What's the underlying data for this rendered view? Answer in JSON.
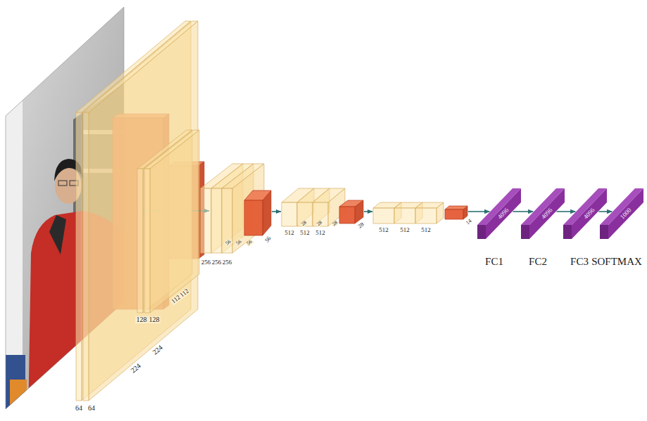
{
  "diagram": {
    "nodes": [
      {
        "text": [
          "64",
          "64",
          "224",
          "224"
        ]
      },
      {
        "text": [
          "128",
          "128",
          "112",
          "112"
        ]
      },
      {
        "text": [
          "256",
          "256",
          "256",
          "56",
          "56",
          "56"
        ]
      },
      {
        "text": [
          "56"
        ]
      },
      {
        "text": [
          "512",
          "512",
          "512",
          "28",
          "28",
          "28"
        ]
      },
      {
        "text": [
          "28"
        ]
      },
      {
        "text": [
          "512",
          "512",
          "512"
        ]
      },
      {
        "text": [
          "14"
        ]
      },
      {
        "text": [
          "4096",
          "FC1"
        ]
      },
      {
        "text": [
          "4096",
          "FC2"
        ]
      },
      {
        "text": [
          "4096",
          "FC3"
        ]
      },
      {
        "text": [
          "1000",
          "SOFTMAX"
        ]
      }
    ],
    "edges": [
      {
        "from": 3,
        "to": 4,
        "arrow": "to"
      },
      {
        "from": 5,
        "to": 6,
        "arrow": "to"
      },
      {
        "from": 7,
        "to": 8,
        "arrow": "to"
      },
      {
        "from": 8,
        "to": 9,
        "arrow": "to"
      },
      {
        "from": 9,
        "to": 10,
        "arrow": "to"
      },
      {
        "from": 10,
        "to": 11,
        "arrow": "to"
      }
    ]
  }
}
